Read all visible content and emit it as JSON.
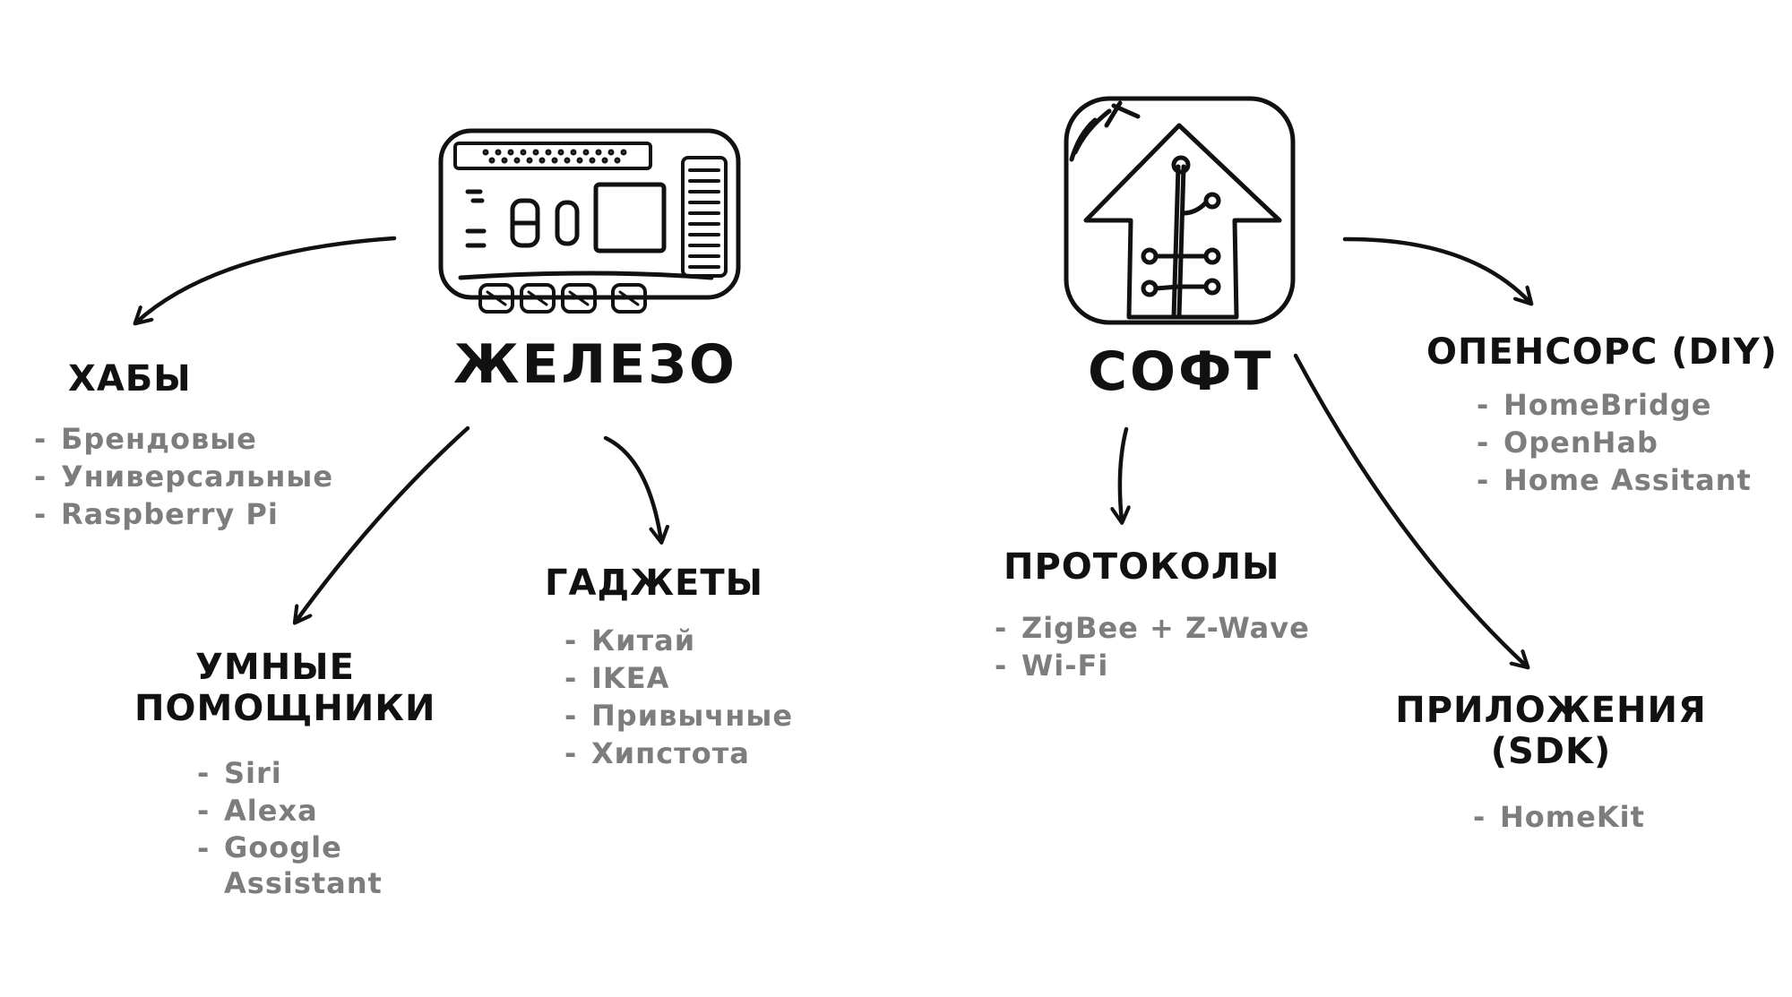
{
  "hardware": {
    "title": "ЖЕЛЕЗО",
    "hubs": {
      "title": "ХАБЫ",
      "items": [
        "Брендовые",
        "Универсальные",
        "Raspberry Pi"
      ]
    },
    "assistants": {
      "title": "УМНЫЕ\nПОМОЩНИКИ",
      "items": [
        "Siri",
        "Alexa",
        "Google\nAssistant"
      ]
    },
    "gadgets": {
      "title": "ГАДЖЕТЫ",
      "items": [
        "Китай",
        "IKEA",
        "Привычные",
        "Хипстота"
      ]
    }
  },
  "software": {
    "title": "СОФТ",
    "opensource": {
      "title": "ОПЕНСОРС (DIY)",
      "items": [
        "HomeBridge",
        "OpenHab",
        "Home Assitant"
      ]
    },
    "protocols": {
      "title": "ПРОТОКОЛЫ",
      "items": [
        "ZigBee + Z-Wave",
        "Wi-Fi"
      ]
    },
    "apps": {
      "title": "ПРИЛОЖЕНИЯ\n(SDK)",
      "items": [
        "HomeKit"
      ]
    }
  },
  "bullet": "-"
}
